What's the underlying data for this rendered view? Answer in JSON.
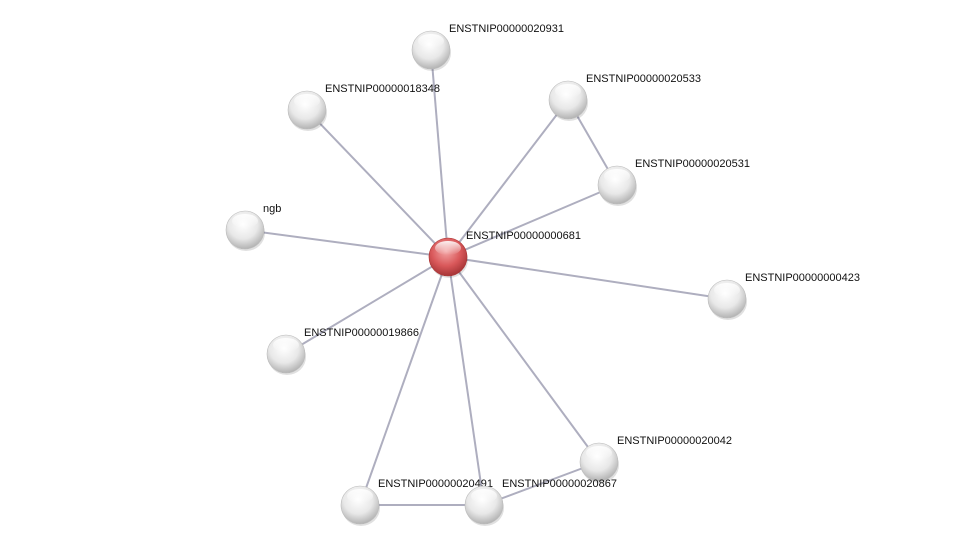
{
  "network": {
    "center_color": "#d9585a",
    "node_color": "#e6e6e6",
    "edge_color": "#aeaebf",
    "nodes": [
      {
        "id": "ENSTNIP00000000681",
        "label": "ENSTNIP00000000681",
        "query": true
      },
      {
        "id": "ENSTNIP00000020931",
        "label": "ENSTNIP00000020931"
      },
      {
        "id": "ENSTNIP00000018348",
        "label": "ENSTNIP00000018348"
      },
      {
        "id": "ENSTNIP00000020533",
        "label": "ENSTNIP00000020533"
      },
      {
        "id": "ENSTNIP00000020531",
        "label": "ENSTNIP00000020531"
      },
      {
        "id": "ngb",
        "label": "ngb"
      },
      {
        "id": "ENSTNIP00000000423",
        "label": "ENSTNIP00000000423"
      },
      {
        "id": "ENSTNIP00000019866",
        "label": "ENSTNIP00000019866"
      },
      {
        "id": "ENSTNIP00000020042",
        "label": "ENSTNIP00000020042"
      },
      {
        "id": "ENSTNIP00000020491",
        "label": "ENSTNIP00000020491"
      },
      {
        "id": "ENSTNIP00000020867",
        "label": "ENSTNIP00000020867"
      }
    ],
    "edges": [
      [
        "ENSTNIP00000000681",
        "ENSTNIP00000020931"
      ],
      [
        "ENSTNIP00000000681",
        "ENSTNIP00000018348"
      ],
      [
        "ENSTNIP00000000681",
        "ENSTNIP00000020533"
      ],
      [
        "ENSTNIP00000000681",
        "ENSTNIP00000020531"
      ],
      [
        "ENSTNIP00000000681",
        "ngb"
      ],
      [
        "ENSTNIP00000000681",
        "ENSTNIP00000000423"
      ],
      [
        "ENSTNIP00000000681",
        "ENSTNIP00000019866"
      ],
      [
        "ENSTNIP00000000681",
        "ENSTNIP00000020042"
      ],
      [
        "ENSTNIP00000000681",
        "ENSTNIP00000020491"
      ],
      [
        "ENSTNIP00000000681",
        "ENSTNIP00000020867"
      ],
      [
        "ENSTNIP00000020533",
        "ENSTNIP00000020531"
      ],
      [
        "ENSTNIP00000020491",
        "ENSTNIP00000020867"
      ],
      [
        "ENSTNIP00000020867",
        "ENSTNIP00000020042"
      ]
    ]
  }
}
